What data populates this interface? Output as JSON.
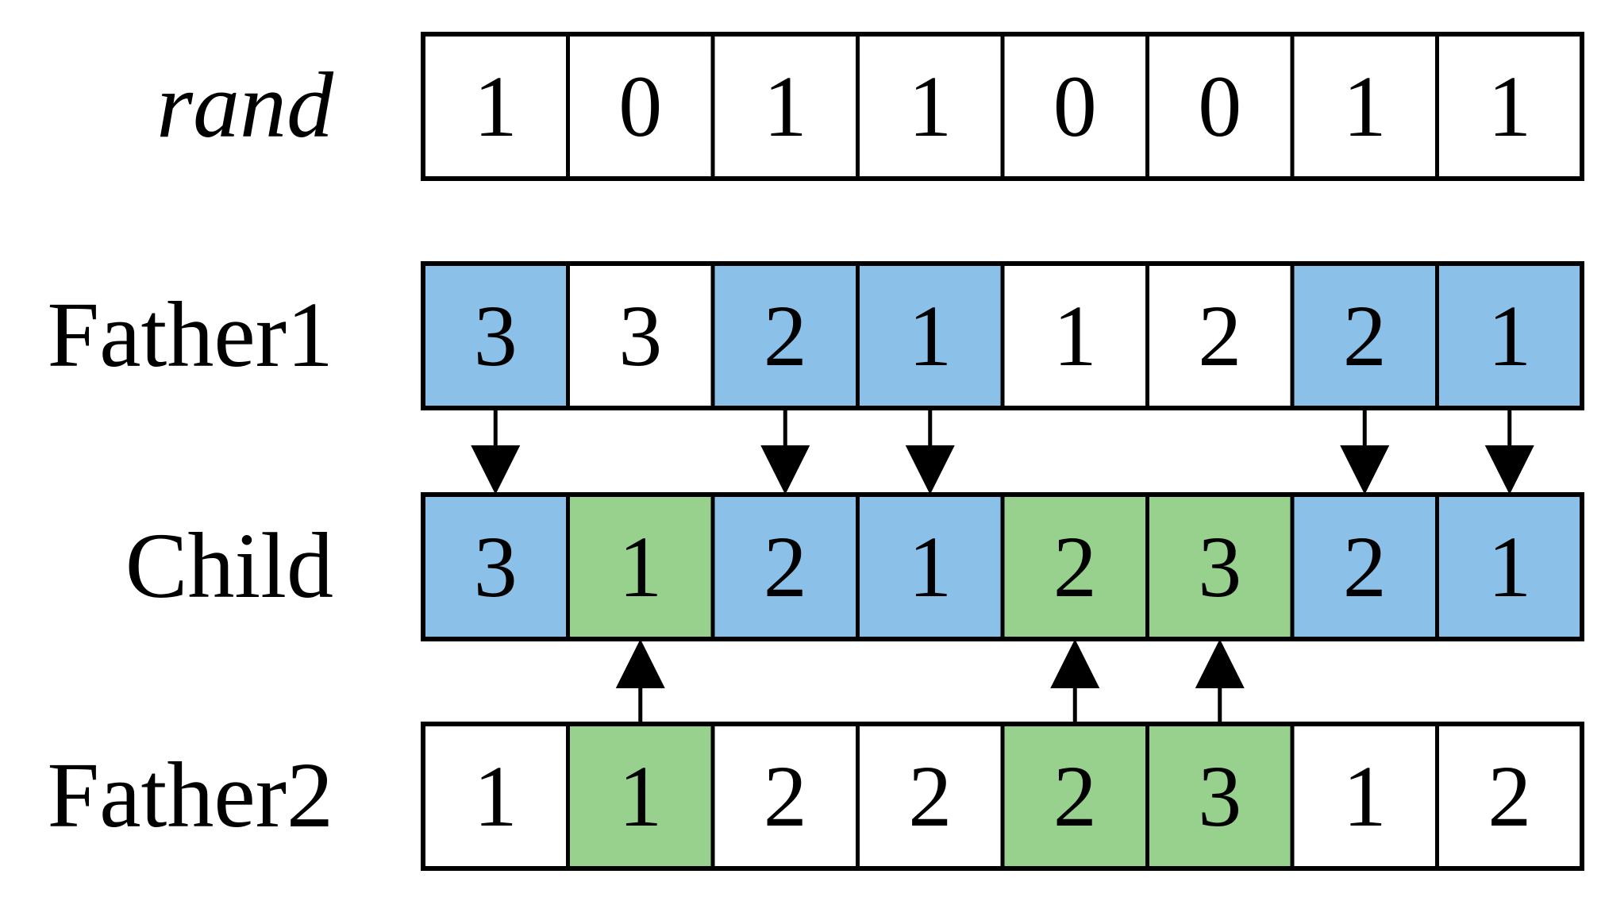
{
  "colors": {
    "father1": "#8bc1e8",
    "father2": "#97d18d",
    "none": "#ffffff",
    "stroke": "#000000"
  },
  "rows": [
    {
      "id": "rand",
      "label": "rand",
      "italic": true,
      "cells": [
        {
          "value": "1",
          "fill": "none"
        },
        {
          "value": "0",
          "fill": "none"
        },
        {
          "value": "1",
          "fill": "none"
        },
        {
          "value": "1",
          "fill": "none"
        },
        {
          "value": "0",
          "fill": "none"
        },
        {
          "value": "0",
          "fill": "none"
        },
        {
          "value": "1",
          "fill": "none"
        },
        {
          "value": "1",
          "fill": "none"
        }
      ]
    },
    {
      "id": "father1",
      "label": "Father1",
      "italic": false,
      "cells": [
        {
          "value": "3",
          "fill": "father1"
        },
        {
          "value": "3",
          "fill": "none"
        },
        {
          "value": "2",
          "fill": "father1"
        },
        {
          "value": "1",
          "fill": "father1"
        },
        {
          "value": "1",
          "fill": "none"
        },
        {
          "value": "2",
          "fill": "none"
        },
        {
          "value": "2",
          "fill": "father1"
        },
        {
          "value": "1",
          "fill": "father1"
        }
      ]
    },
    {
      "id": "child",
      "label": "Child",
      "italic": false,
      "cells": [
        {
          "value": "3",
          "fill": "father1"
        },
        {
          "value": "1",
          "fill": "father2"
        },
        {
          "value": "2",
          "fill": "father1"
        },
        {
          "value": "1",
          "fill": "father1"
        },
        {
          "value": "2",
          "fill": "father2"
        },
        {
          "value": "3",
          "fill": "father2"
        },
        {
          "value": "2",
          "fill": "father1"
        },
        {
          "value": "1",
          "fill": "father1"
        }
      ]
    },
    {
      "id": "father2",
      "label": "Father2",
      "italic": false,
      "cells": [
        {
          "value": "1",
          "fill": "none"
        },
        {
          "value": "1",
          "fill": "father2"
        },
        {
          "value": "2",
          "fill": "none"
        },
        {
          "value": "2",
          "fill": "none"
        },
        {
          "value": "2",
          "fill": "father2"
        },
        {
          "value": "3",
          "fill": "father2"
        },
        {
          "value": "1",
          "fill": "none"
        },
        {
          "value": "2",
          "fill": "none"
        }
      ]
    }
  ],
  "arrows": {
    "father1_to_child_columns": [
      0,
      2,
      3,
      6,
      7
    ],
    "father2_to_child_columns": [
      1,
      4,
      5
    ]
  }
}
